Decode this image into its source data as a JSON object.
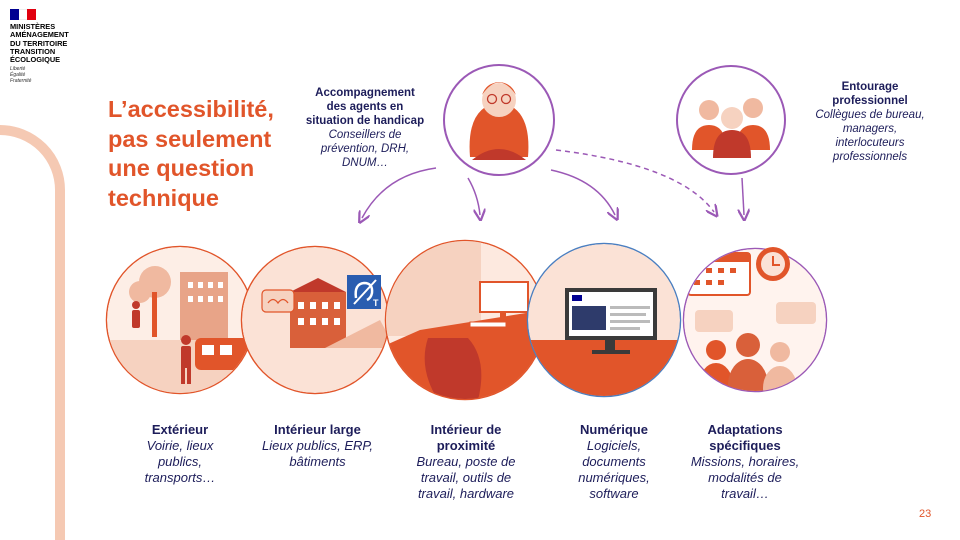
{
  "logo": {
    "ministry": "MINISTÈRES\nAMÉNAGEMENT\nDU TERRITOIRE\nTRANSITION\nÉCOLOGIQUE",
    "motto": "Liberté\nÉgalité\nFraternité",
    "flag_colors": [
      "#000091",
      "#ffffff",
      "#e1000f"
    ]
  },
  "title": "L’accessibilité,\npas seulement\nune question\ntechnique",
  "callouts": {
    "accompaniment": {
      "title": "Accompagnement\ndes agents en\nsituation de handicap",
      "subtitle": "Conseillers de\nprévention, DRH,\nDNUM…"
    },
    "entourage": {
      "title": "Entourage\nprofessionnel",
      "subtitle": "Collègues de bureau,\nmanagers,\ninterlocuteurs\nprofessionnels"
    }
  },
  "areas": [
    {
      "title": "Extérieur",
      "subtitle": "Voirie, lieux\npublics,\ntransports…"
    },
    {
      "title": "Intérieur large",
      "subtitle": "Lieux publics, ERP,\nbâtiments"
    },
    {
      "title": "Intérieur de\nproximité",
      "subtitle": "Bureau, poste de\ntravail, outils de\ntravail, hardware"
    },
    {
      "title": "Numérique",
      "subtitle": "Logiciels,\ndocuments\nnumériques,\nsoftware"
    },
    {
      "title": "Adaptations\nspécifiques",
      "subtitle": "Missions, horaires,\nmodalités de\ntravail…"
    }
  ],
  "page_number": "23",
  "icons": [
    "tree-icon",
    "person-icon",
    "building-icon",
    "tram-icon",
    "hearing-loop-icon",
    "hands-icon",
    "desk-icon",
    "monitor-icon",
    "calendar-icon",
    "clock-icon",
    "speech-bubble-icon",
    "group-icon"
  ],
  "colors": {
    "accent": "#e1552a",
    "purple": "#9b59b6",
    "blue": "#4a7fc1",
    "navy": "#1d1d5a",
    "peach": "#fbe2d6"
  }
}
